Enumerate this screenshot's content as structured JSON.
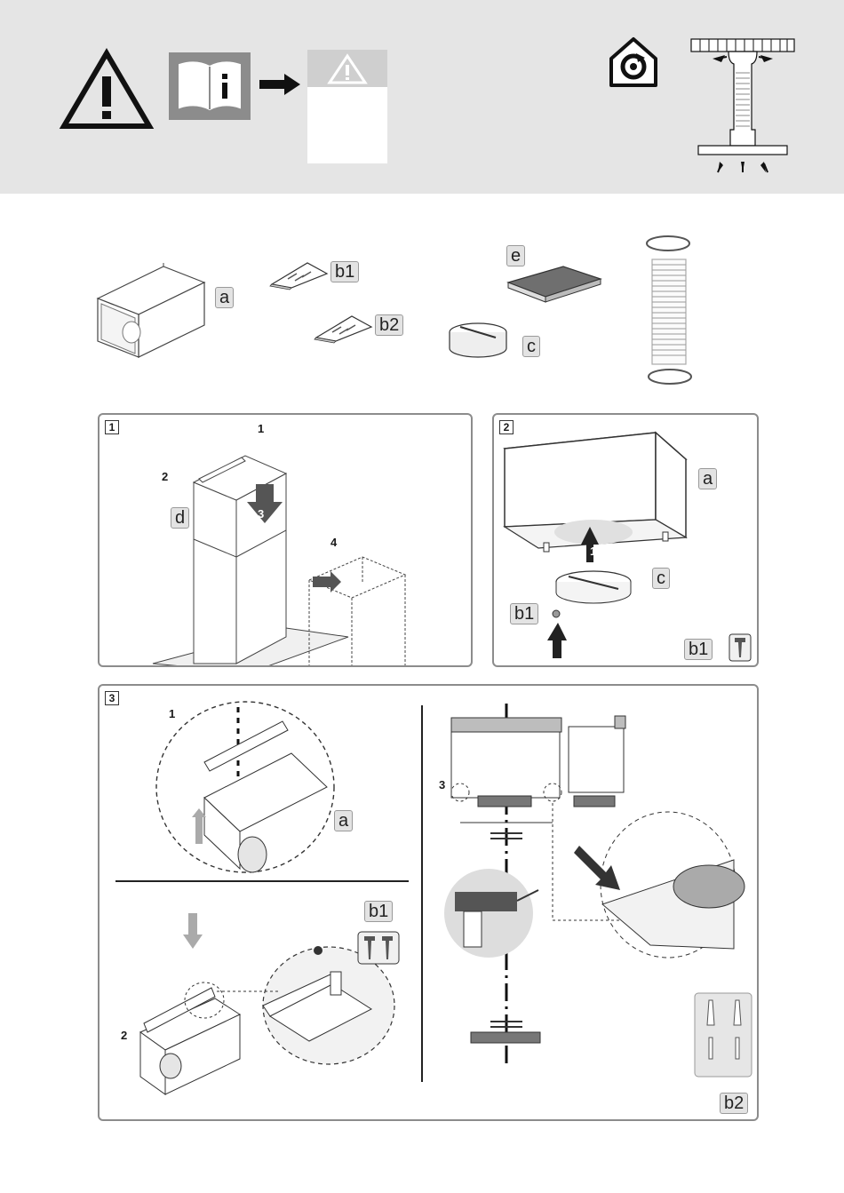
{
  "header": {
    "warning_icon": "warning-triangle-icon",
    "manual_icon": "read-manual-info-icon",
    "arrow_icon": "arrow-right-icon",
    "recirculation_icon": "recirculation-house-icon",
    "airflow_icon": "airflow-diagram-icon"
  },
  "parts": {
    "a": "a",
    "b1": "b1",
    "b2": "b2",
    "c": "c",
    "d": "d",
    "e": "e"
  },
  "panels": {
    "p1": {
      "number": "1",
      "steps": [
        "1",
        "2",
        "3",
        "4"
      ],
      "label_d": "d"
    },
    "p2": {
      "number": "2",
      "arrow_step": "1",
      "label_a": "a",
      "label_c": "c",
      "label_b1": "b1",
      "label_b1_box": "b1"
    },
    "p3": {
      "number": "3",
      "steps": [
        "1",
        "2",
        "3"
      ],
      "label_a": "a",
      "label_b1": "b1",
      "label_b2": "b2"
    }
  }
}
